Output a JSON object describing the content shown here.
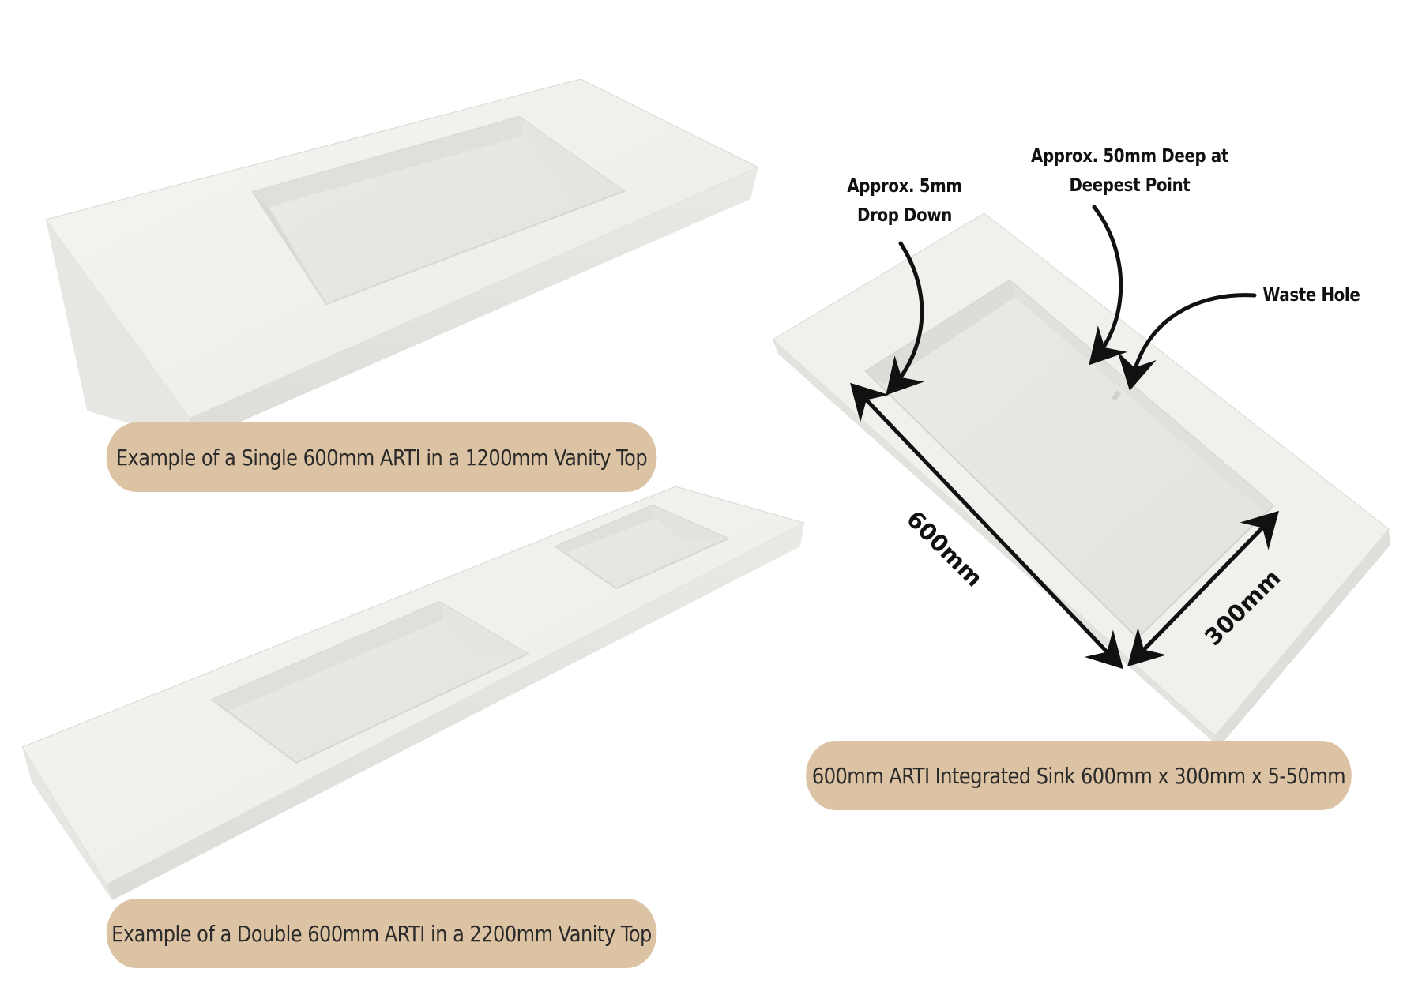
{
  "captions": {
    "single": "Example of a Single 600mm ARTI in a 1200mm Vanity Top",
    "double": "Example of a Double 600mm ARTI in a 2200mm Vanity Top",
    "integrated": "600mm ARTI Integrated Sink 600mm x 300mm x 5-50mm"
  },
  "annotations": {
    "drop_down_line1": "Approx. 5mm",
    "drop_down_line2": "Drop Down",
    "deep_line1": "Approx. 50mm Deep at",
    "deep_line2": "Deepest Point",
    "waste_hole": "Waste Hole"
  },
  "dimensions": {
    "length": "600mm",
    "width": "300mm"
  },
  "colors": {
    "caption_background": "#dcc3a4",
    "product_white": "#eeeeea",
    "annotation_ink": "#111111"
  }
}
